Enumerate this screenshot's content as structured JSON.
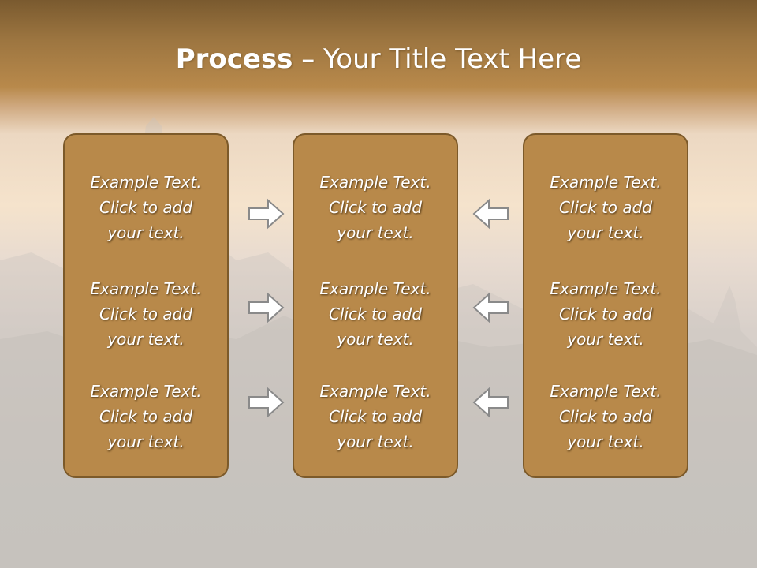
{
  "title": {
    "bold": "Process",
    "rest": " – Your Title Text Here"
  },
  "columns": [
    {
      "items": [
        {
          "line1": "Example Text.",
          "line2": "Click  to add",
          "line3": "your text."
        },
        {
          "line1": "Example Text.",
          "line2": "Click  to add",
          "line3": "your text."
        },
        {
          "line1": "Example Text.",
          "line2": "Click  to add",
          "line3": "your text."
        }
      ]
    },
    {
      "items": [
        {
          "line1": "Example Text.",
          "line2": "Click  to add",
          "line3": "your text."
        },
        {
          "line1": "Example Text.",
          "line2": "Click  to add",
          "line3": "your text."
        },
        {
          "line1": "Example Text.",
          "line2": "Click  to add",
          "line3": "your text."
        }
      ]
    },
    {
      "items": [
        {
          "line1": "Example Text.",
          "line2": "Click  to add",
          "line3": "your text."
        },
        {
          "line1": "Example Text.",
          "line2": "Click  to add",
          "line3": "your text."
        },
        {
          "line1": "Example Text.",
          "line2": "Click  to add",
          "line3": "your text."
        }
      ]
    }
  ],
  "arrows": {
    "left_group": "right-arrow-icon",
    "right_group": "left-arrow-icon"
  },
  "colors": {
    "box_fill": "#b8894a",
    "box_border": "#7c5a2a",
    "title_band": "#9c7540",
    "arrow_fill": "#ffffff",
    "arrow_stroke": "#8a8a8a"
  }
}
